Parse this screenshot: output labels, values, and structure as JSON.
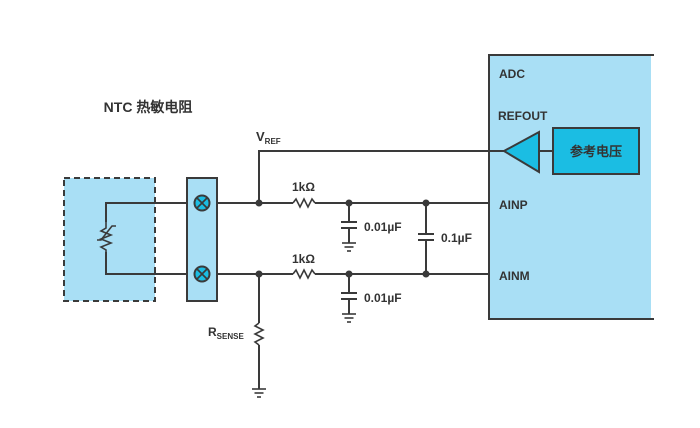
{
  "colors": {
    "light_blue": "#a9dff5",
    "cyan": "#1bbde3",
    "wire": "#3a3a3a",
    "text": "#333333"
  },
  "sensor": {
    "title": "NTC 热敏电阻"
  },
  "labels": {
    "vref_main": "V",
    "vref_sub": "REF",
    "rsense_main": "R",
    "rsense_sub": "SENSE",
    "r_top": "1kΩ",
    "r_bottom": "1kΩ",
    "c_top": "0.01µF",
    "c_bottom": "0.01µF",
    "c_diff": "0.1µF"
  },
  "adc": {
    "title": "ADC",
    "refout": "REFOUT",
    "ainp": "AINP",
    "ainm": "AINM",
    "reference_block": "参考电压"
  }
}
